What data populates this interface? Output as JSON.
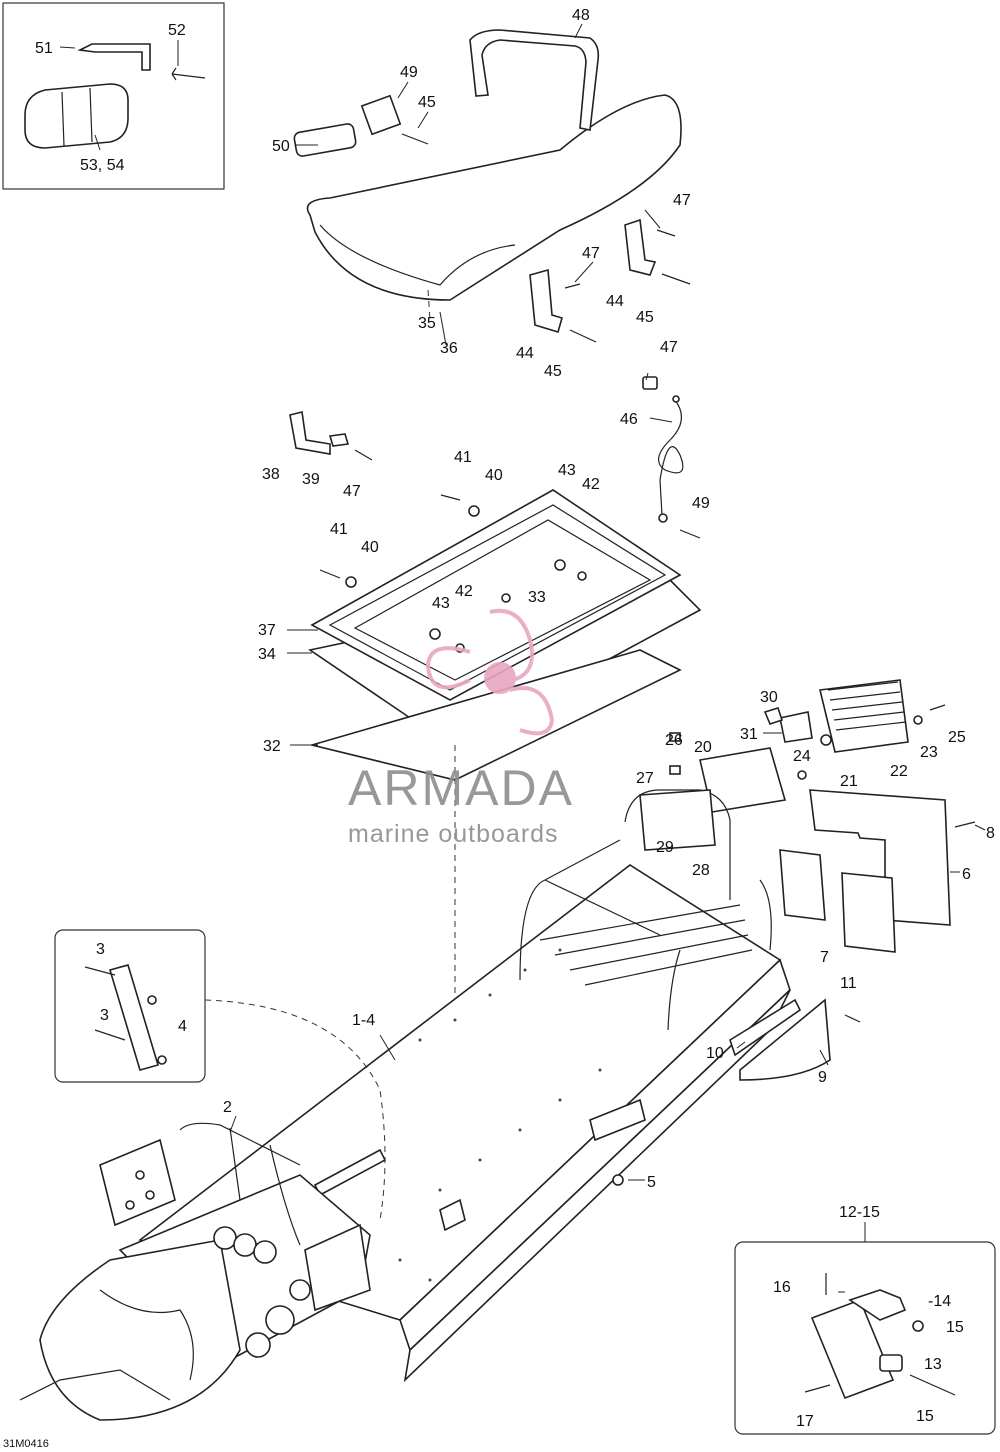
{
  "diagram": {
    "drawing_code": "31M0416",
    "callouts": {
      "c48": "48",
      "c51": "51",
      "c52": "52",
      "c53_54": "53, 54",
      "c49a": "49",
      "c45a": "45",
      "c50": "50",
      "c47a": "47",
      "c47b": "47",
      "c44a": "44",
      "c45b": "45",
      "c35": "35",
      "c36": "36",
      "c44b": "44",
      "c45c": "45",
      "c47c": "47",
      "c46": "46",
      "c49b": "49",
      "c38": "38",
      "c39": "39",
      "c47d": "47",
      "c41a": "41",
      "c40a": "40",
      "c43a": "43",
      "c42a": "42",
      "c41b": "41",
      "c40b": "40",
      "c42b": "42",
      "c43b": "43",
      "c33": "33",
      "c37": "37",
      "c34": "34",
      "c32": "32",
      "c30": "30",
      "c31": "31",
      "c26": "26",
      "c20": "20",
      "c27": "27",
      "c24": "24",
      "c21": "21",
      "c22": "22",
      "c23": "23",
      "c25": "25",
      "c29": "29",
      "c28": "28",
      "c8": "8",
      "c6": "6",
      "c7": "7",
      "c3a": "3",
      "c3b": "3",
      "c4": "4",
      "c1_4": "1-4",
      "c11": "11",
      "c10": "10",
      "c9": "9",
      "c2": "2",
      "c5": "5",
      "c12_15": "12-15",
      "c16": "16",
      "c14": "-14",
      "c15a": "15",
      "c13": "13",
      "c17": "17",
      "c15b": "15"
    }
  },
  "watermark": {
    "title": "ARMADA",
    "subtitle": "marine outboards",
    "accent_color": "#e8a6c2"
  }
}
